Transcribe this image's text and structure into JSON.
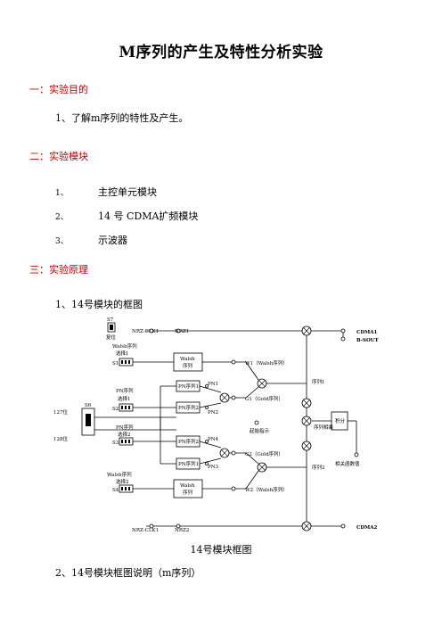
{
  "title": "M序列的产生及特性分析实验",
  "sections": [
    {
      "heading": "一：实验目的",
      "items": [
        {
          "text": "1、了解m序列的特性及产生。"
        }
      ]
    },
    {
      "heading": "二：实验模块",
      "items": [
        {
          "num": "1、",
          "text": "主控单元模块"
        },
        {
          "num": "2、",
          "text": "14 号  CDMA扩频模块"
        },
        {
          "num": "3、",
          "text": "示波器"
        }
      ]
    },
    {
      "heading": "三：实验原理",
      "items": [
        {
          "text": "1、14号模块的框图"
        }
      ]
    }
  ],
  "diagram": {
    "caption": "14号模块框图",
    "labels": {
      "s7": "S7",
      "reset": "复位",
      "walsh_sel1": "Walsh序列",
      "sel1": "选择1",
      "s1": "S1",
      "nrz_clk1": "NRZ-CLK1",
      "nrz1": "NRZ1",
      "cdma1": "CDMA1",
      "b_sout": "B-SOUT",
      "walsh_box": "Walsh",
      "seq": "序列",
      "w1": "W1（Walsh序列）",
      "pn_seq_sel1": "PN序列",
      "s2": "S2",
      "pn_box1": "PN序列1",
      "pn_box2": "PN序列2",
      "pn1": "PN1",
      "pn2": "PN2",
      "g1": "G1（Gold序列）",
      "seq1": "序列1",
      "s6": "S6",
      "pos127": "127位",
      "pos128": "128位",
      "start_ind": "起始指示",
      "integral": "积分",
      "seq_corr": "序列相乘",
      "pn_seq_sel2": "PN序列",
      "sel2": "选择2",
      "s3": "S3",
      "pn_box3": "PN序列2",
      "pn_box4": "PN序列1",
      "pn4": "PN4",
      "pn3": "PN3",
      "g2": "G2（Gold序列）",
      "corr_val": "相关函数值",
      "seq2": "序列2",
      "walsh_sel2": "Walsh序列",
      "s4": "S4",
      "w2": "W2（Walsh序列）",
      "nrz_clk2": "NRZ-CLK1",
      "nrz2": "NRZ2",
      "cdma2": "CDMA2"
    }
  },
  "section2": "2、14号模块框图说明（m序列）"
}
